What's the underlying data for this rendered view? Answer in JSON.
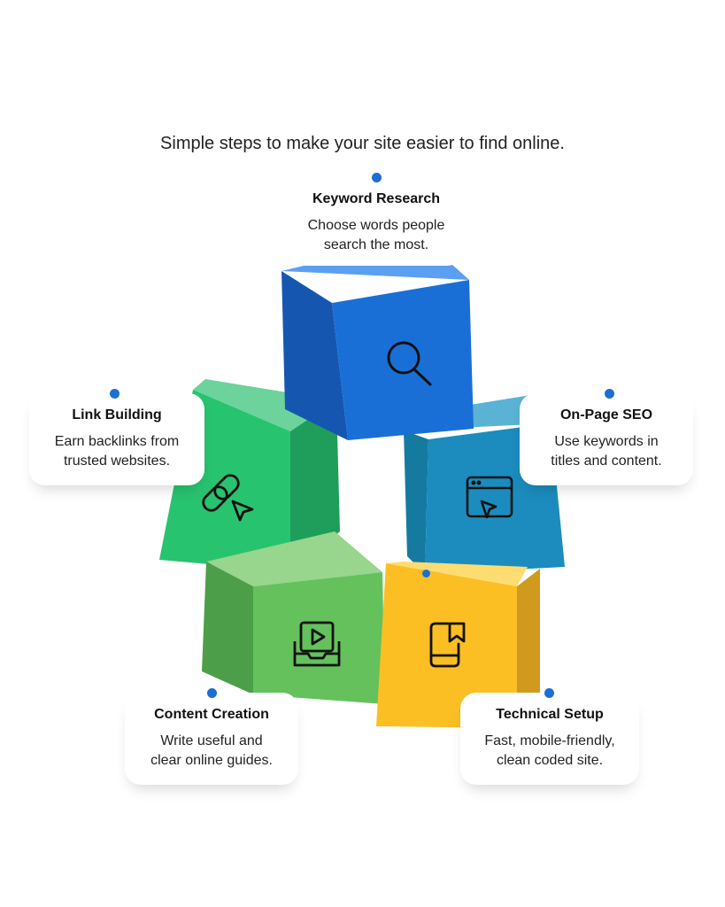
{
  "subtitle": "Simple steps to make your site easier to find online.",
  "steps": [
    {
      "title": "Keyword Research",
      "desc1": "Choose words people",
      "desc2": "search the most.",
      "icon": "search-icon",
      "color": "#1a6fd6"
    },
    {
      "title": "On-Page SEO",
      "desc1": "Use keywords in",
      "desc2": "titles and content.",
      "icon": "browser-cursor-icon",
      "color": "#1b8cbd"
    },
    {
      "title": "Technical Setup",
      "desc1": "Fast, mobile-friendly,",
      "desc2": "clean coded site.",
      "icon": "mobile-bookmark-icon",
      "color": "#fbbf24"
    },
    {
      "title": "Content Creation",
      "desc1": "Write useful and",
      "desc2": "clear online guides.",
      "icon": "video-tray-icon",
      "color": "#5ebd57"
    },
    {
      "title": "Link Building",
      "desc1": "Earn backlinks from",
      "desc2": "trusted websites.",
      "icon": "link-cursor-icon",
      "color": "#27c26e"
    }
  ],
  "colors": {
    "dot": "#1b6fd4",
    "text": "#1a1a1a"
  }
}
